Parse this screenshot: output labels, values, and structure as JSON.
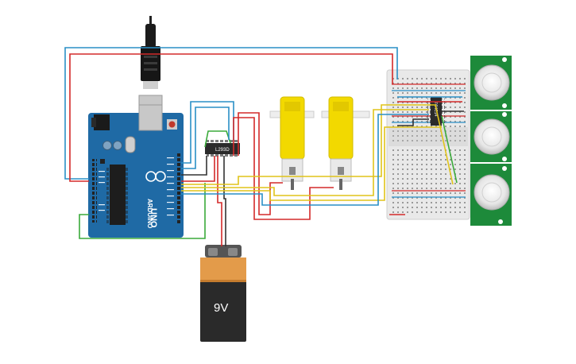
{
  "colors": {
    "wire_red": "#d42a2a",
    "wire_blue": "#2a8fc6",
    "wire_green": "#3aaa3a",
    "wire_yellow": "#e0c41a",
    "wire_black": "#333333",
    "arduino_board": "#1f6aa5",
    "motor_yellow": "#f2d900",
    "battery_orange": "#e39b4a",
    "sensor_board": "#1d8a3a"
  },
  "battery": {
    "label": "9V"
  },
  "arduino": {
    "brand": "ARDUINO",
    "model": "UNO"
  },
  "driver_chip": {
    "label": "L293D"
  },
  "breadboard_chip": {
    "label": "74HC14"
  },
  "icons": [
    "usb-cable-icon",
    "battery-icon",
    "motor-icon",
    "pir-sensor-icon",
    "breadboard-icon",
    "ic-chip-icon"
  ]
}
